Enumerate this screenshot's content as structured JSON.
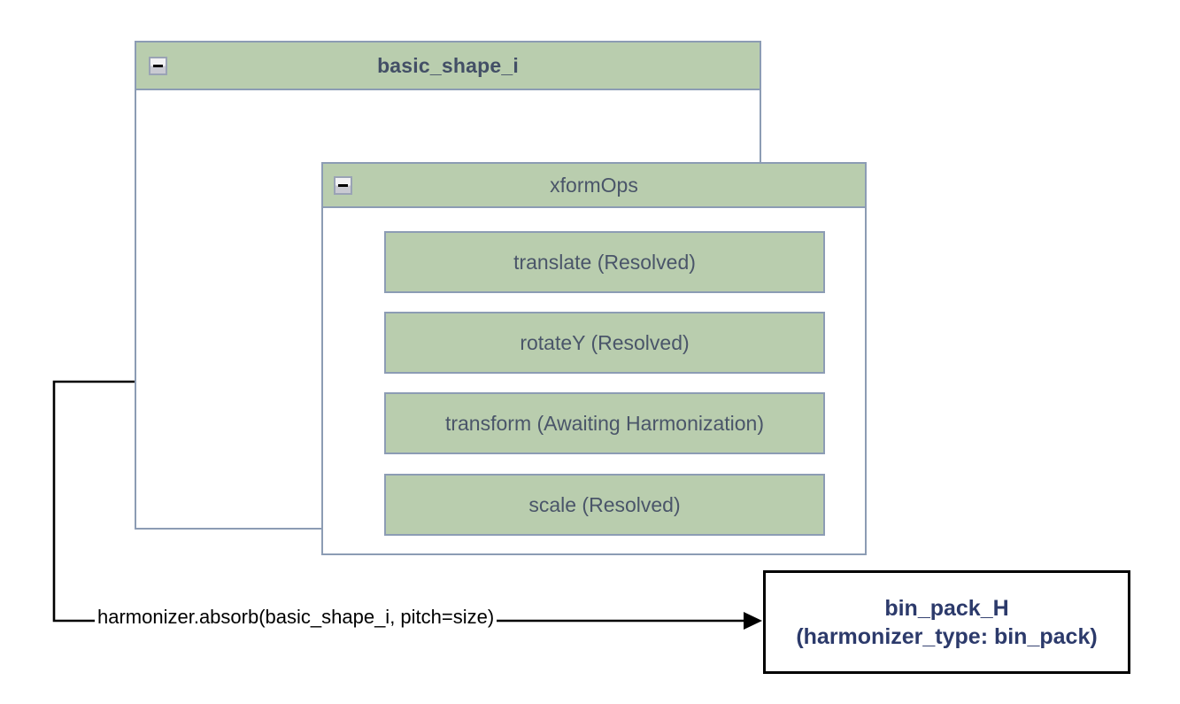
{
  "diagram": {
    "background_color": "#ffffff",
    "package_fill": "#b9cdae",
    "package_border": "#8c9cb4",
    "label_color": "#4a5569",
    "title_color": "#434f66",
    "target_text_color": "#2c3a6b",
    "edge_color": "#000000"
  },
  "outer_package": {
    "title": "basic_shape_i",
    "collapse_icon": "minus-collapse-icon"
  },
  "inner_package": {
    "title": "xformOps",
    "collapse_icon": "minus-collapse-icon",
    "operations": [
      {
        "label": "translate (Resolved)",
        "status": "Resolved",
        "name": "translate"
      },
      {
        "label": "rotateY (Resolved)",
        "status": "Resolved",
        "name": "rotateY"
      },
      {
        "label": "transform (Awaiting Harmonization)",
        "status": "Awaiting Harmonization",
        "name": "transform"
      },
      {
        "label": "scale (Resolved)",
        "status": "Resolved",
        "name": "scale"
      }
    ]
  },
  "edge": {
    "label": "harmonizer.absorb(basic_shape_i, pitch=size)",
    "source": "transform (Awaiting Harmonization)",
    "target": "bin_pack_H"
  },
  "target_node": {
    "line1": "bin_pack_H",
    "line2": "(harmonizer_type: bin_pack)"
  }
}
